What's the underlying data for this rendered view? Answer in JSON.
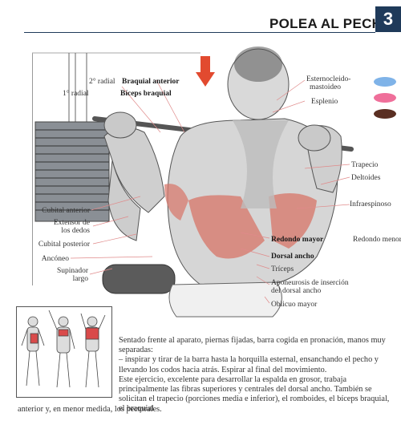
{
  "header": {
    "title": "POLEA AL PECHO",
    "page_number": "3"
  },
  "legend_colors": [
    "#7fb3e8",
    "#ef6f9a",
    "#5a2f22"
  ],
  "labels": {
    "radial_2": "2° radial",
    "radial_1": "1° radial",
    "braquial_anterior": "Braquial anterior",
    "biceps_braquial": "Bíceps braquial",
    "esternocleido": "Esternocleido-",
    "mastoideo": "mastoideo",
    "esplenio": "Esplenio",
    "trapecio": "Trapecio",
    "deltoides": "Deltoides",
    "infraespinoso": "Infraespinoso",
    "cubital_anterior": "Cubital anterior",
    "extensor_1": "Extensor de",
    "extensor_2": "los dedos",
    "cubital_posterior": "Cubital posterior",
    "anconeo": "Ancóneo",
    "supinador_1": "Supinador",
    "supinador_2": "largo",
    "redondo_mayor_b": "Redondo mayor",
    "redondo_menor": "Redondo menor",
    "dorsal_ancho": "Dorsal ancho",
    "triceps": "Tríceps",
    "aponeurosis_1": "Aponeurosis de inserción",
    "aponeurosis_2": "del dorsal ancho",
    "oblicuo_mayor": "Oblicuo mayor"
  },
  "description": {
    "p1": "Sentado frente al aparato, piernas fijadas, barra cogida en pronación, manos muy separadas:",
    "p2": "– inspirar y tirar de la barra hasta la horquilla esternal, ensanchando el pecho y llevando los codos hacia atrás. Espirar al final del movimiento.",
    "p3": "Este ejercicio, excelente para desarrollar la espalda en grosor, trabaja principalmente las fibras superiores y centrales del dorsal ancho. También se solicitan el trapecio (porciones media e inferior), el romboides, el bíceps braquial, el braquial",
    "tail": "anterior y, en menor medida, los pectorales."
  }
}
